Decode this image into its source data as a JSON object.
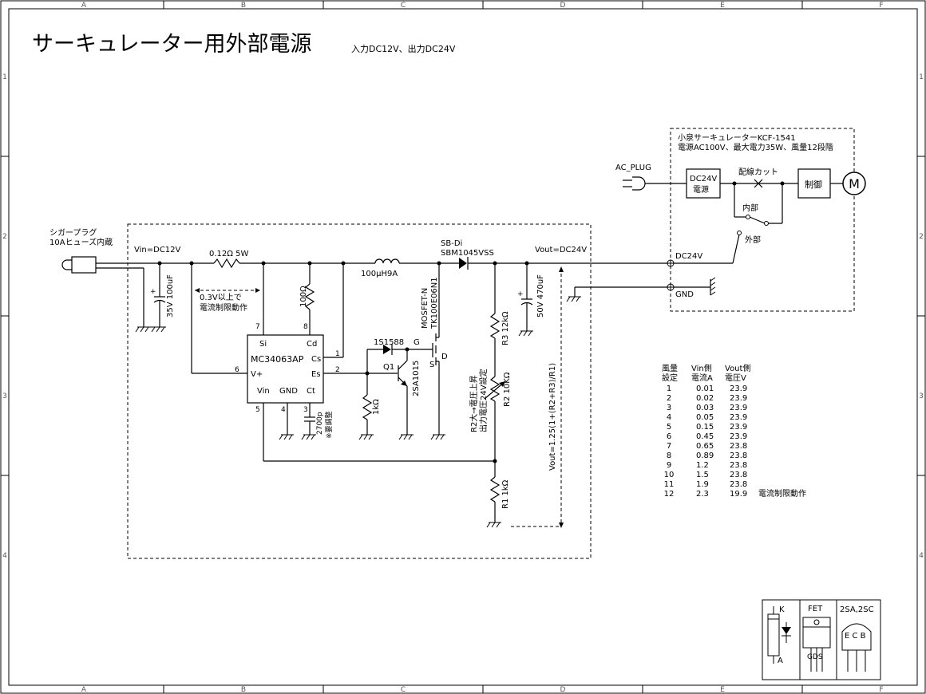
{
  "title": "サーキュレーター用外部電源",
  "subtitle": "入力DC12V、出力DC24V",
  "grid": {
    "cols": [
      "A",
      "B",
      "C",
      "D",
      "E",
      "F"
    ],
    "rows": [
      "1",
      "2",
      "3",
      "4"
    ]
  },
  "input": {
    "plug_line1": "シガープラグ",
    "plug_line2": "10Aヒューズ内蔵",
    "vin": "Vin=DC12V",
    "cap_in": "35V 100uF"
  },
  "shunt": {
    "label": "0.12Ω  5W",
    "note1": "0.3V以上で",
    "note2": "電流制限動作"
  },
  "ic": {
    "name": "MC34063AP",
    "pins": {
      "si": "Si",
      "cd": "Cd",
      "cs": "Cs",
      "vplus": "V+",
      "es": "Es",
      "vin": "Vin",
      "gnd": "GND",
      "ct": "Ct"
    },
    "pin_numbers": {
      "p7": "7",
      "p8": "8",
      "p1": "1",
      "p6": "6",
      "p2": "2",
      "p5": "5",
      "p4": "4",
      "p3": "3"
    }
  },
  "r100": "100Ω",
  "ct_cap": "2700p",
  "ct_note": "※要調整",
  "inductor": "100μH9A",
  "diode_sb": {
    "line1": "SB-Di",
    "line2": "SBM1045VSS"
  },
  "vout": "Vout=DC24V",
  "d_1s": "1S1588",
  "q1": {
    "name": "Q1",
    "part": "2SA1015"
  },
  "r1k_base": "1kΩ",
  "mosfet": {
    "line1": "MOSFET-N",
    "line2": "TK100E06N1",
    "g": "G",
    "d": "D",
    "s": "S"
  },
  "cap_out": "50V 470uF",
  "r3": "R3 12kΩ",
  "r2": "R2 10KΩ",
  "r2_note1": "R2大→電圧上昇",
  "r2_note2": "出力電圧24V設定",
  "r1": "R1 1kΩ",
  "formula": "Vout=1.25(1+(R2+R3)/R1)",
  "circulator": {
    "line1": "小泉サーキュレーターKCF-1541",
    "line2": "電源AC100V、最大電力35W、風量12段階",
    "ac_plug": "AC_PLUG",
    "dc_block": [
      "DC24V",
      "電源"
    ],
    "cut": "配線カット",
    "control": "制御",
    "motor": "M",
    "internal": "内部",
    "external": "外部",
    "dc24": "DC24V",
    "gnd": "GND"
  },
  "table": {
    "headers": [
      [
        "風量",
        "設定"
      ],
      [
        "Vin側",
        "電流A"
      ],
      [
        "Vout側",
        "電圧V"
      ]
    ],
    "rows": [
      [
        "1",
        "0.01",
        "23.9",
        ""
      ],
      [
        "2",
        "0.02",
        "23.9",
        ""
      ],
      [
        "3",
        "0.03",
        "23.9",
        ""
      ],
      [
        "4",
        "0.05",
        "23.9",
        ""
      ],
      [
        "5",
        "0.15",
        "23.9",
        ""
      ],
      [
        "6",
        "0.45",
        "23.9",
        ""
      ],
      [
        "7",
        "0.65",
        "23.8",
        ""
      ],
      [
        "8",
        "0.89",
        "23.8",
        ""
      ],
      [
        "9",
        "1.2",
        "23.8",
        ""
      ],
      [
        "10",
        "1.5",
        "23.8",
        ""
      ],
      [
        "11",
        "1.9",
        "23.8",
        ""
      ],
      [
        "12",
        "2.3",
        "19.9",
        "電流制限動作"
      ]
    ]
  },
  "legend": {
    "k": "K",
    "a": "A",
    "fet": "FET",
    "fet_pins": "GDS",
    "bjt": "2SA,2SC",
    "bjt_pins": "E C B"
  }
}
